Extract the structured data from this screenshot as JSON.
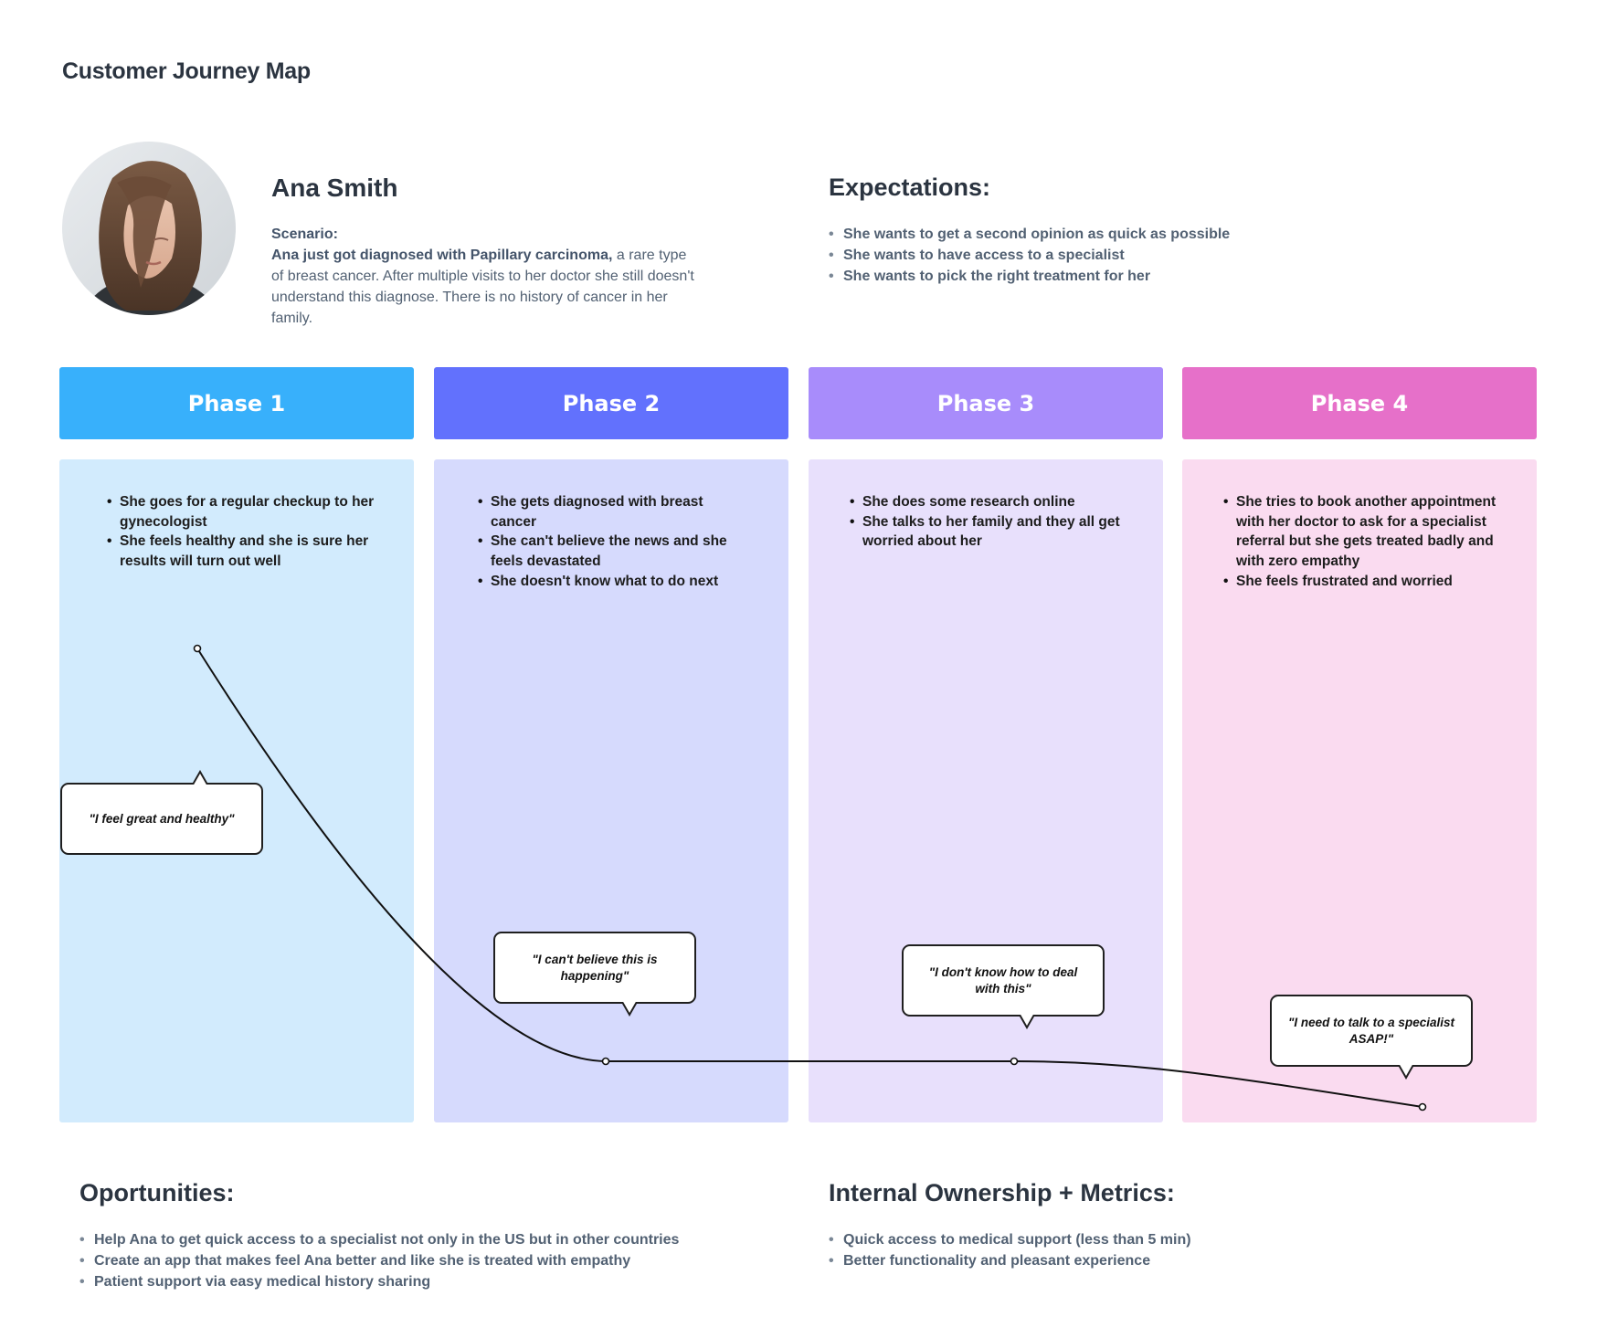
{
  "title": "Customer Journey Map",
  "persona": {
    "name": "Ana Smith",
    "scenario_label": "Scenario:",
    "scenario_intro": "Ana just got diagnosed with",
    "scenario_bold": "Papillary carcinoma,",
    "scenario_text": "a rare type of breast cancer. After multiple visits to her doctor she still doesn't understand this diagnose. There is no history of cancer in her family."
  },
  "expectations": {
    "title": "Expectations:",
    "items": [
      "She wants to get a second opinion as quick as possible",
      "She wants to have access to a specialist",
      "She wants to pick the right treatment for her"
    ]
  },
  "phases": [
    {
      "title": "Phase 1",
      "header_color": "#38b0fb",
      "body_color": "#d2ebfd",
      "items": [
        "She goes for a regular checkup to her gynecologist",
        "She feels healthy and she is sure her results will turn out well"
      ],
      "quote": "\"I feel great and healthy\""
    },
    {
      "title": "Phase 2",
      "header_color": "#6271fd",
      "body_color": "#d6dafd",
      "items": [
        "She gets diagnosed with breast cancer",
        "She can't believe the news and she feels devastated",
        "She doesn't know what to do next"
      ],
      "quote": "\"I can't believe this is happening\""
    },
    {
      "title": "Phase 3",
      "header_color": "#a88cfb",
      "body_color": "#e8e0fc",
      "items": [
        "She does some research online",
        "She talks to her family and they all get worried about her"
      ],
      "quote": "\"I don't know how to deal with this\""
    },
    {
      "title": "Phase 4",
      "header_color": "#e670c9",
      "body_color": "#fadbf0",
      "items": [
        "She tries to book another appointment with her doctor to ask for a specialist referral but she gets treated badly and with zero empathy",
        "She feels frustrated and worried"
      ],
      "quote": "\"I need to talk to a specialist ASAP!\""
    }
  ],
  "opportunities": {
    "title": "Oportunities:",
    "items": [
      "Help Ana to get quick access to a specialist not only in the US but in other countries",
      "Create an app that makes feel Ana better and like she is treated with empathy",
      "Patient support via easy medical history sharing"
    ]
  },
  "ownership": {
    "title": "Internal Ownership + Metrics:",
    "items": [
      "Quick access to medical support (less than 5 min)",
      "Better functionality and pleasant experience"
    ]
  }
}
